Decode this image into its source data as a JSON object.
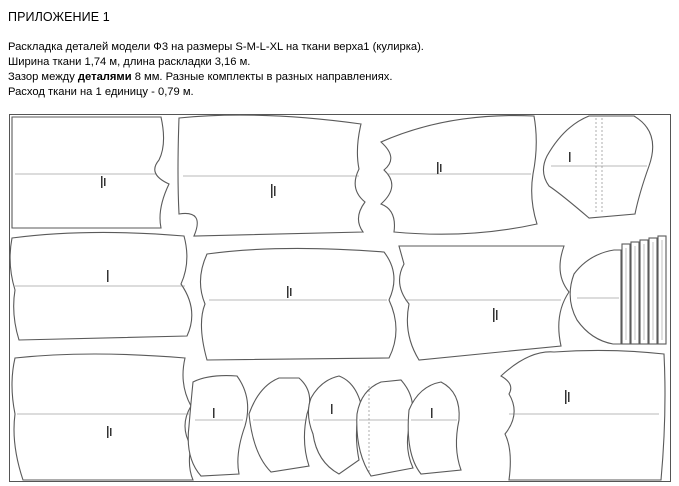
{
  "document": {
    "heading": "ПРИЛОЖЕНИЕ 1",
    "lines": {
      "line1": "Раскладка деталей модели Ф3 на размеры S-M-L-XL на ткани верха1 (кулирка).",
      "line2": "Ширина ткани 1,74 м, длина раскладки 3,16 м.",
      "line3_prefix": "Зазор между ",
      "line3_bold": "деталями",
      "line3_suffix": " 8 мм. Разные комплекты в разных направлениях.",
      "line4": "Расход ткани на 1 единицу - 0,79 м."
    }
  },
  "marker_layout": {
    "fabric_width_m": 1.74,
    "layout_length_m": 3.16,
    "gap_mm": 8,
    "fabric_consumption_per_unit_m": 0.79,
    "sizes": [
      "S",
      "M",
      "L",
      "XL"
    ]
  }
}
